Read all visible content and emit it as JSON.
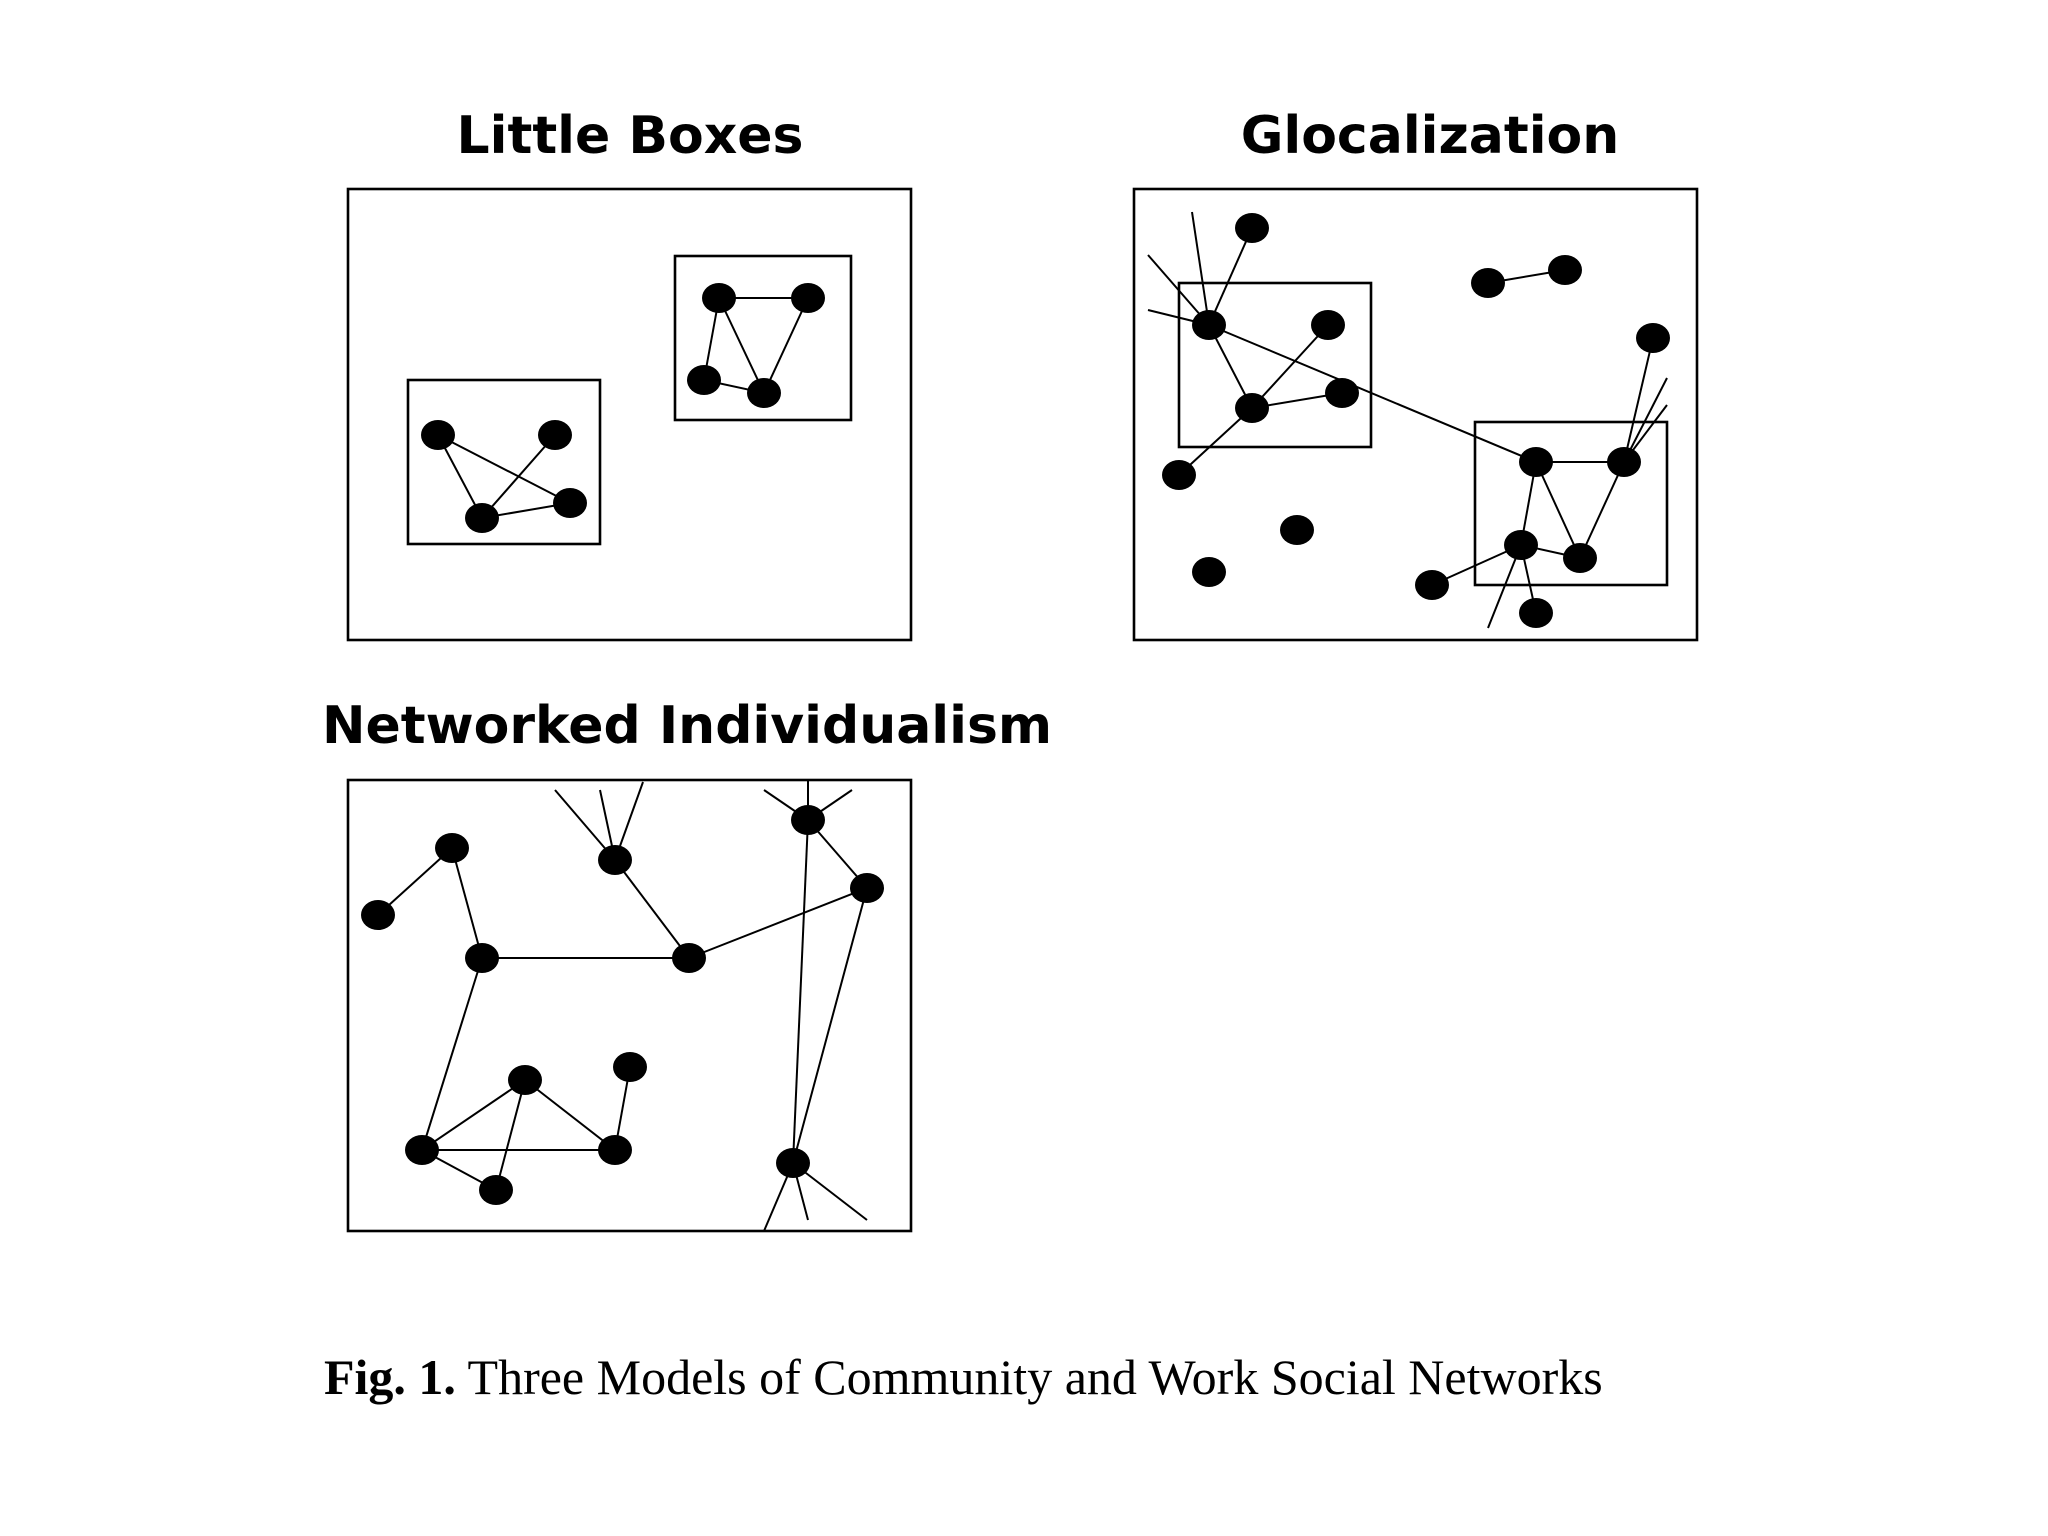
{
  "panels": [
    {
      "title": "Little Boxes"
    },
    {
      "title": "Glocalization"
    },
    {
      "title": "Networked Individualism"
    }
  ],
  "caption": {
    "label": "Fig. 1.",
    "text": "Three Models of Community and Work Social Networks"
  },
  "colors": {
    "ink": "#000000",
    "background": "#ffffff"
  }
}
